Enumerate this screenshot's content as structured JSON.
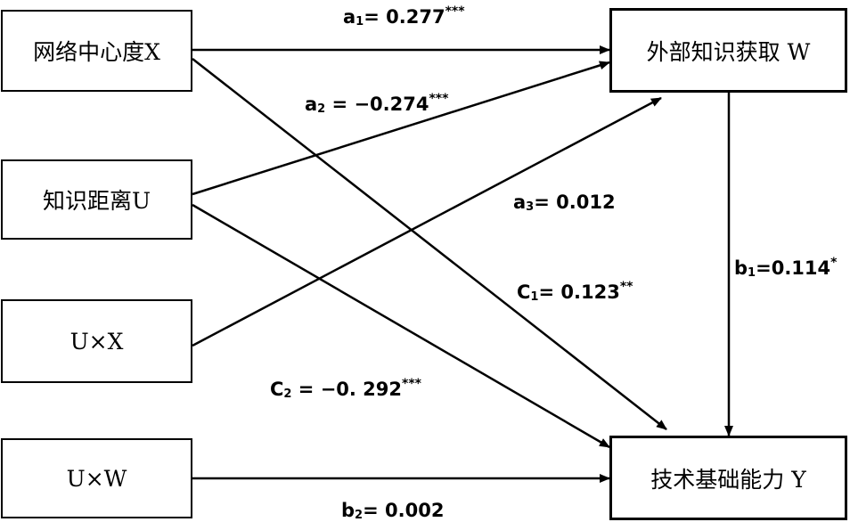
{
  "nodes": {
    "x": "网络中心度X",
    "u": "知识距离U",
    "ux": "U×X",
    "uw": "U×W",
    "w": "外部知识获取 W",
    "y": "技术基础能力 Y"
  },
  "paths": {
    "a1": {
      "sym": "a",
      "sub": "1",
      "eq": "= ",
      "value": "0.277",
      "sig": "***"
    },
    "a2": {
      "sym": "a",
      "sub": "2",
      "eq": " = ",
      "value": "−0.274",
      "sig": "***"
    },
    "a3": {
      "sym": "a",
      "sub": "3",
      "eq": "= ",
      "value": "0.012",
      "sig": ""
    },
    "c1": {
      "sym": "C",
      "sub": "1",
      "eq": "= ",
      "value": "0.123",
      "sig": "**"
    },
    "c2": {
      "sym": "C",
      "sub": "2",
      "eq": " = ",
      "value": "−0. 292",
      "sig": "***"
    },
    "b1": {
      "sym": "b",
      "sub": "1",
      "eq": "=",
      "value": "0.114",
      "sig": "*"
    },
    "b2": {
      "sym": "b",
      "sub": "2",
      "eq": "= ",
      "value": "0.002",
      "sig": ""
    }
  },
  "colors": {
    "line": "#000000",
    "background": "#ffffff"
  }
}
